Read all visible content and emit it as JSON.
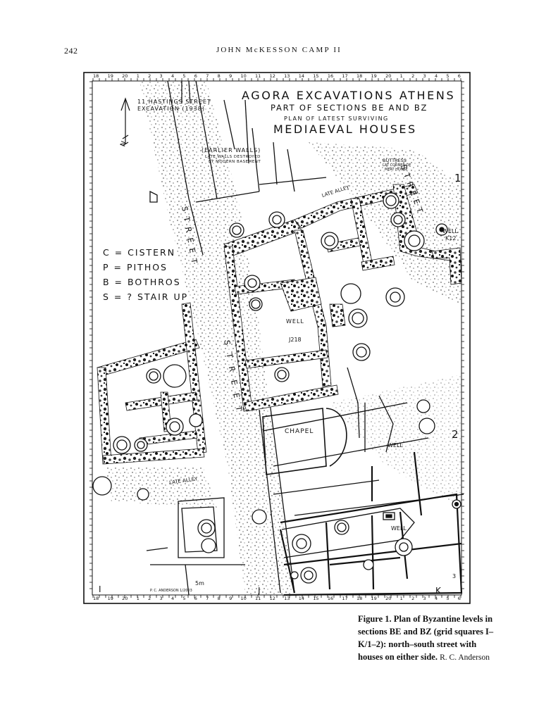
{
  "header": {
    "page_number": "242",
    "running_head": "JOHN McKESSON CAMP II"
  },
  "figure": {
    "map": {
      "title_line1": "AGORA EXCAVATIONS ATHENS",
      "title_line2": "PART OF SECTIONS BE AND BZ",
      "title_line3": "PLAN OF LATEST SURVIVING",
      "title_line4": "MEDIAEVAL HOUSES",
      "hastings_line1": "11 HASTINGS STREET",
      "hastings_line2": "EXCAVATION (1938)",
      "earlier_walls_line1": "(EARLIER WALLS)",
      "earlier_walls_line2": "LATE WALLS DESTROYED",
      "earlier_walls_line3": "BY MODERN BASEMENT",
      "buttress_line1": "BUTTRESS",
      "buttress_line2": "LAT CORNER OF",
      "buttress_line3": "MEAT HOUSE",
      "late_alley_top": "LATE ALLEY",
      "late_alley_bottom": "LATE ALLEY",
      "street_right": "STREET",
      "street_center": "STREET",
      "street_upper": "STREET",
      "well_k12": "WELL",
      "well_k12_code": "K12",
      "well_center": "WELL",
      "well_center_code": "J218",
      "well_right": "WELL",
      "well_bottom": "WELL",
      "chapel": "CHAPEL",
      "scale_label": "5m",
      "draftsman": "P. C. ANDERSON 1/2003",
      "north_symbol": "N",
      "grid_numbers": [
        "18",
        "19",
        "20",
        "1",
        "2",
        "3",
        "4",
        "5",
        "6",
        "7",
        "8",
        "9",
        "10",
        "11",
        "12",
        "13",
        "14",
        "15",
        "16",
        "17",
        "18",
        "19",
        "20",
        "1",
        "2",
        "3",
        "4",
        "5",
        "6"
      ],
      "row_labels": {
        "top": "1",
        "middle": "2",
        "bottom": "3"
      },
      "col_labels": {
        "left": "I",
        "center": "J",
        "right": "K"
      },
      "legend": [
        "C = CISTERN",
        "P = PITHOS",
        "B = BOTHROS",
        "S = ? STAIR UP"
      ]
    },
    "caption_bold": "Figure 1. Plan of Byzantine levels in sections BE and BZ (grid squares I–K/1–2): north–south street with houses on either side.",
    "caption_credit": "R. C. Anderson"
  }
}
